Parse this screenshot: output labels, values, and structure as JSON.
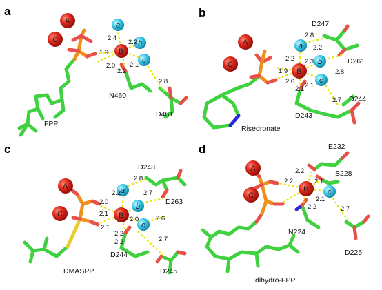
{
  "panels": {
    "a": {
      "letter": "a",
      "ligand": "FPP",
      "residues": [
        "N460",
        "D461"
      ],
      "ions": [
        "A",
        "C",
        "B"
      ],
      "waters": [
        "a",
        "b",
        "c"
      ],
      "distances": [
        "2.4",
        "2.2",
        "1.9",
        "2.1",
        "2.0",
        "2.2",
        "2.8"
      ]
    },
    "b": {
      "letter": "b",
      "ligand": "Risedronate",
      "residues": [
        "D247",
        "D261",
        "D243",
        "D244"
      ],
      "ions": [
        "A",
        "C",
        "B"
      ],
      "waters": [
        "a",
        "b",
        "c"
      ],
      "distances": [
        "2.8",
        "2.2",
        "2.3",
        "2.2",
        "2.8",
        "1.9",
        "2.0",
        "2.1",
        "2.1",
        "2.7"
      ]
    },
    "c": {
      "letter": "c",
      "ligand": "DMASPP",
      "residues": [
        "D248",
        "D263",
        "D244",
        "D245"
      ],
      "ions": [
        "A",
        "C",
        "B"
      ],
      "waters": [
        "a",
        "b",
        "c"
      ],
      "distances": [
        "2.8",
        "2.2",
        "2.7",
        "2.0",
        "2.1",
        "2.0",
        "2.1",
        "2.2",
        "2.2",
        "2.6",
        "2.7"
      ]
    },
    "d": {
      "letter": "d",
      "ligand": "dihydro-FPP",
      "residues": [
        "E232",
        "S228",
        "N224",
        "D225"
      ],
      "ions": [
        "A",
        "C",
        "B"
      ],
      "waters": [
        "c"
      ],
      "distances": [
        "2.2",
        "2.1",
        "2.2",
        "2.1",
        "2.2",
        "2.7"
      ]
    }
  },
  "colors": {
    "carbon": "#3fd13f",
    "oxygen": "#e8504a",
    "phosphorus": "#f0901a",
    "nitrogen": "#2a2ad8",
    "sulfur": "#e8cc30",
    "magnesium": "#d81a1a",
    "water": "#38c8e8",
    "hbond": "#e6e600"
  }
}
